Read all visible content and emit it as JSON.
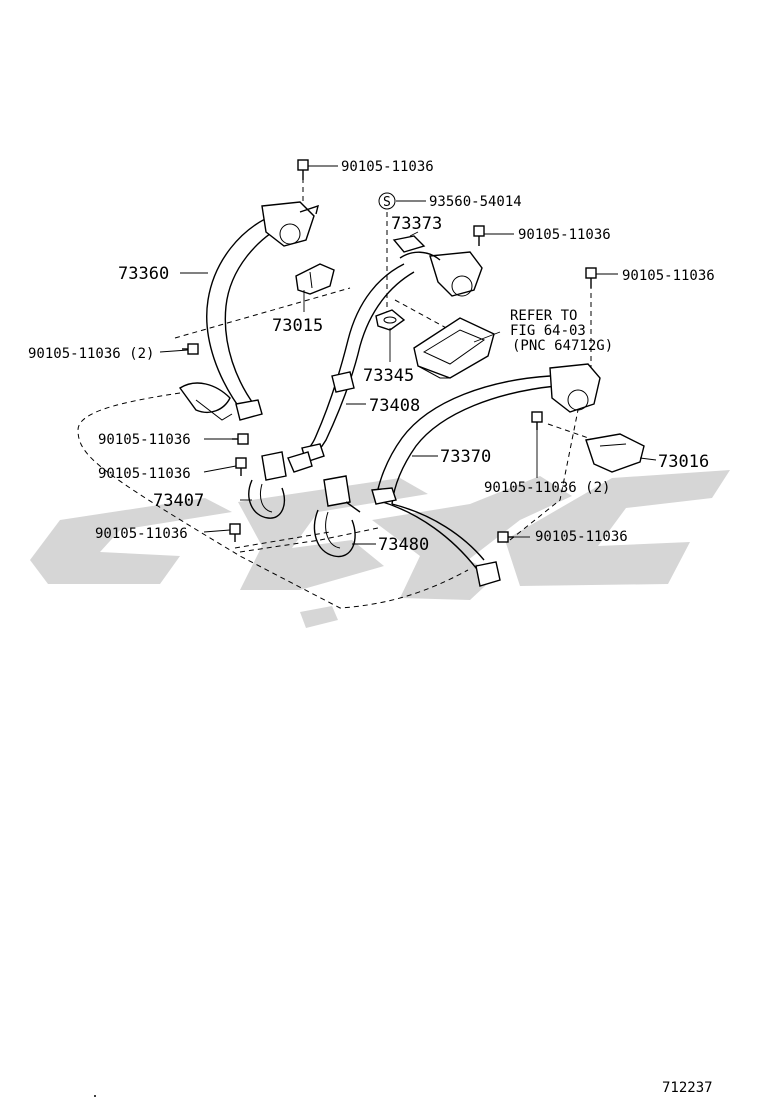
{
  "figure_id": "712237",
  "watermark_color": "#d6d6d6",
  "callouts": {
    "bolt_top_left": "90105-11036",
    "symbol_s": "S",
    "clip_s": "93560-54014",
    "part_73373": "73373",
    "bolt_center": "90105-11036",
    "bolt_right": "90105-11036",
    "part_73360": "73360",
    "part_73015": "73015",
    "bolt_left_qty2": "90105-11036 (2)",
    "refer_line1": "REFER TO",
    "refer_line2": "FIG 64-03",
    "refer_line3": "(PNC 64712G)",
    "part_73345": "73345",
    "part_73408": "73408",
    "bolt_left_a": "90105-11036",
    "part_73370": "73370",
    "part_73016": "73016",
    "bolt_left_b": "90105-11036",
    "bolt_right_qty2": "90105-11036 (2)",
    "part_73407": "73407",
    "bolt_left_c": "90105-11036",
    "bolt_lower_right": "90105-11036",
    "part_73480": "73480"
  }
}
